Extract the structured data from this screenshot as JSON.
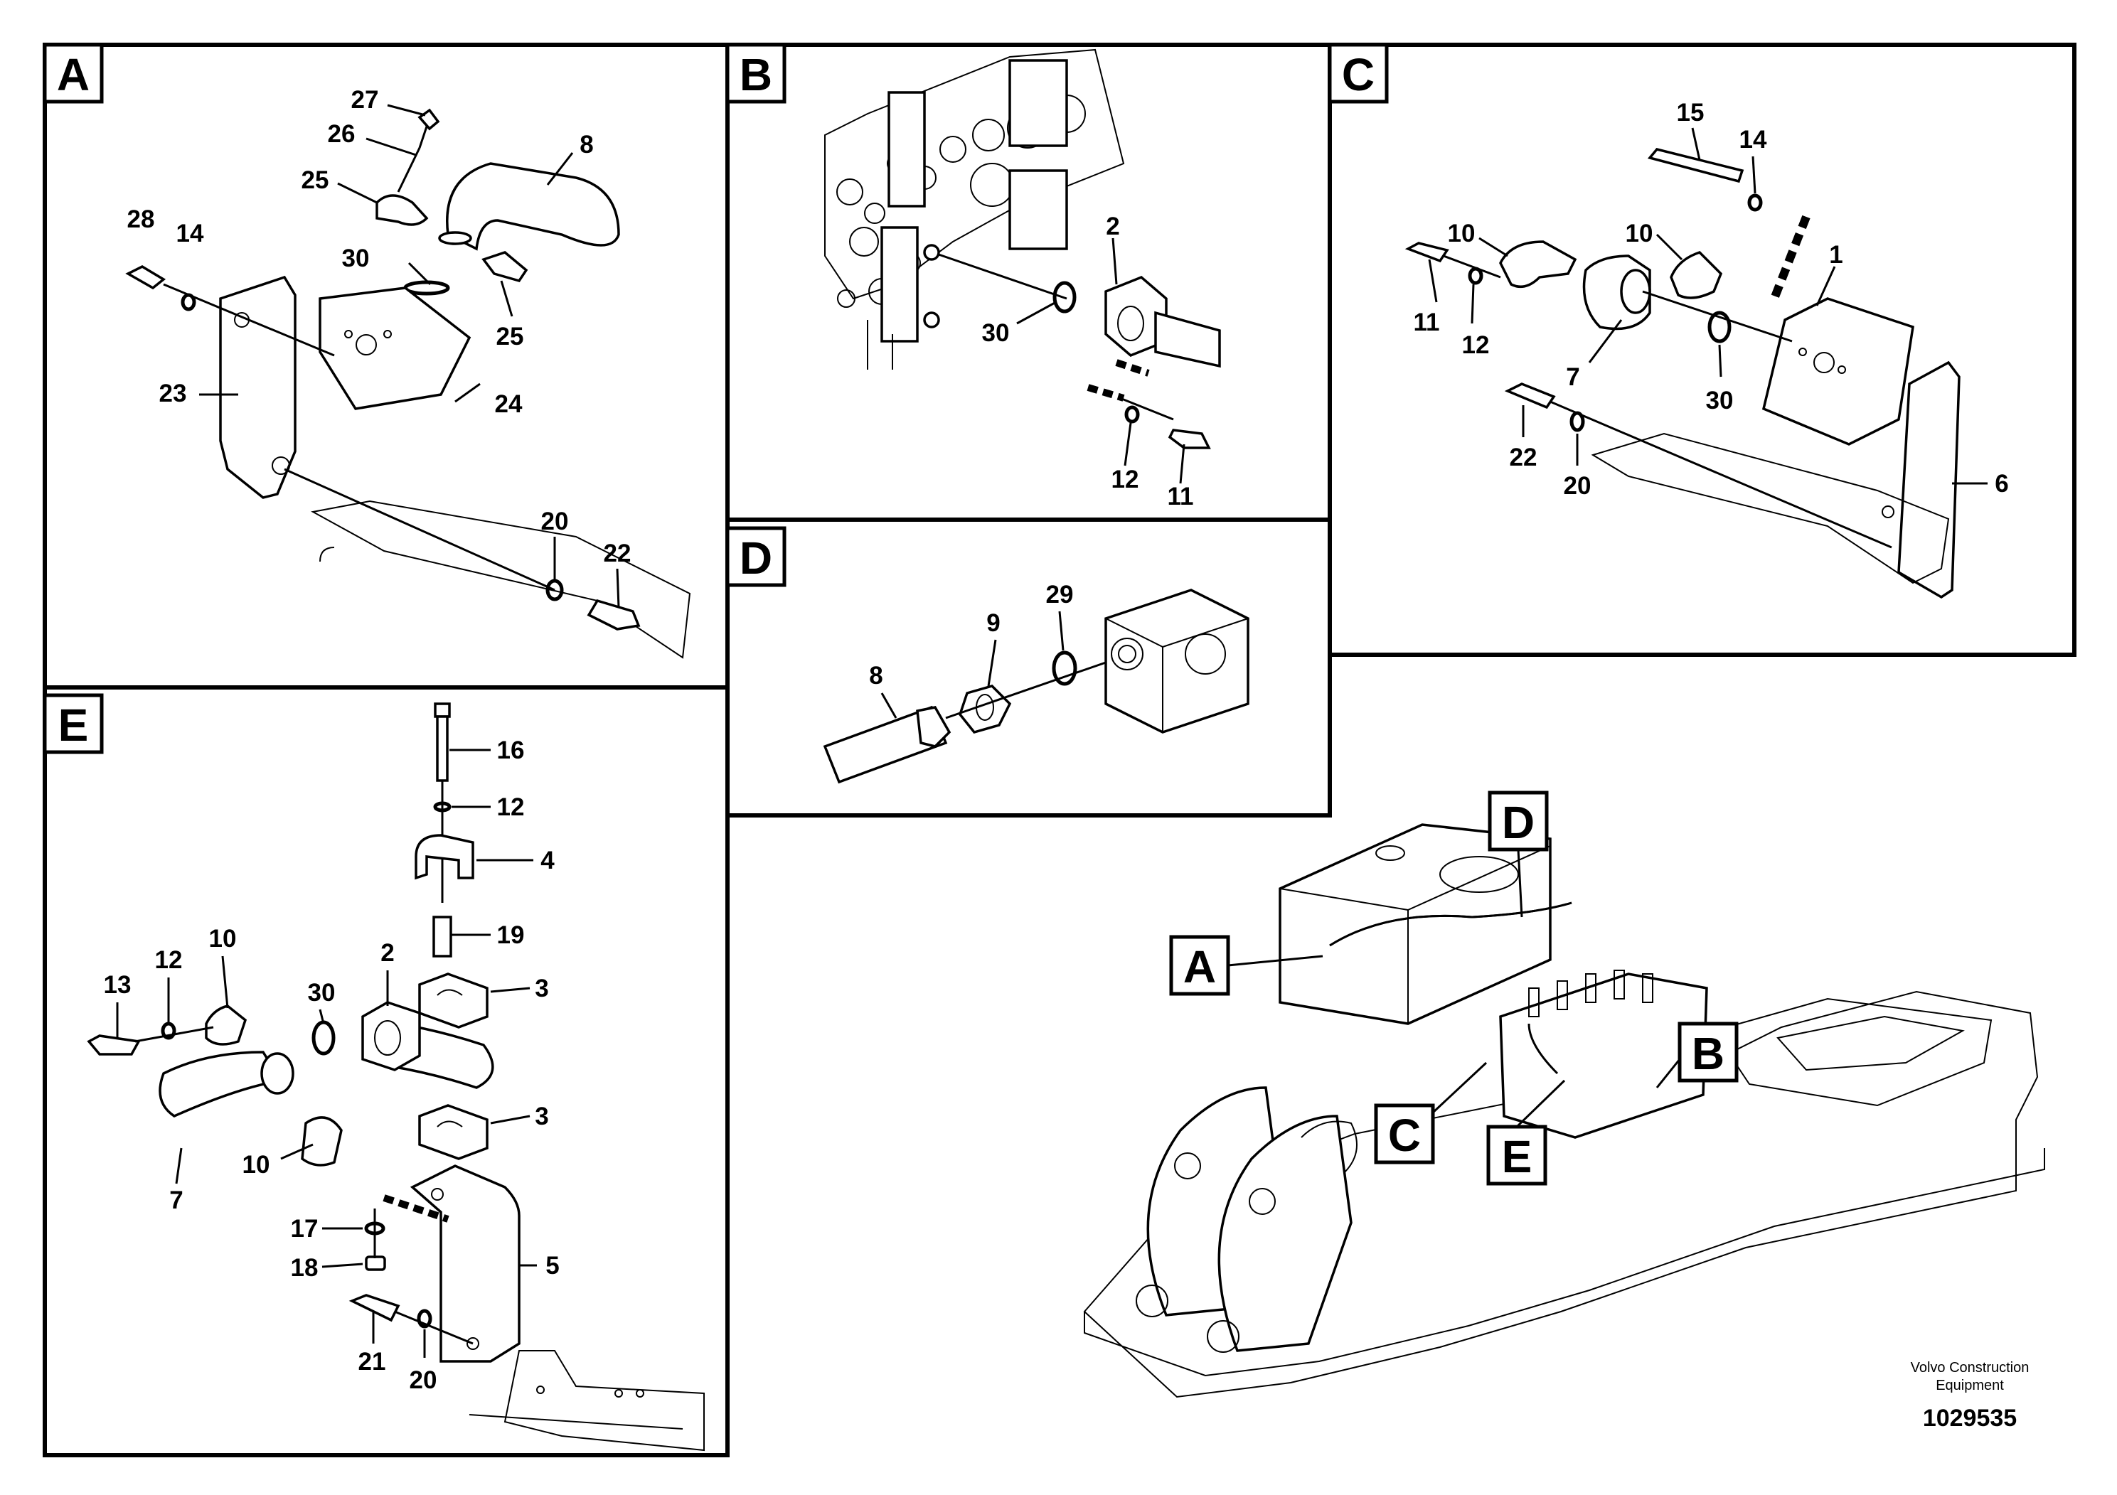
{
  "panels": {
    "A": {
      "letter": "A",
      "callouts": [
        "27",
        "26",
        "8",
        "25",
        "28",
        "14",
        "30",
        "25",
        "23",
        "24",
        "20",
        "22"
      ]
    },
    "B": {
      "letter": "B",
      "callouts": [
        "2",
        "30",
        "12",
        "11"
      ]
    },
    "C": {
      "letter": "C",
      "callouts": [
        "15",
        "14",
        "10",
        "10",
        "1",
        "11",
        "12",
        "7",
        "30",
        "22",
        "20",
        "6"
      ]
    },
    "D": {
      "letter": "D",
      "callouts": [
        "8",
        "9",
        "29"
      ]
    },
    "E": {
      "letter": "E",
      "callouts": [
        "16",
        "12",
        "4",
        "19",
        "3",
        "3",
        "2",
        "30",
        "10",
        "12",
        "13",
        "10",
        "7",
        "17",
        "18",
        "5",
        "21",
        "20"
      ]
    }
  },
  "overview": {
    "pointer_labels": [
      "A",
      "B",
      "C",
      "D",
      "E"
    ]
  },
  "footer": {
    "maker_line1": "Volvo Construction",
    "maker_line2": "Equipment",
    "part_number": "1029535"
  }
}
